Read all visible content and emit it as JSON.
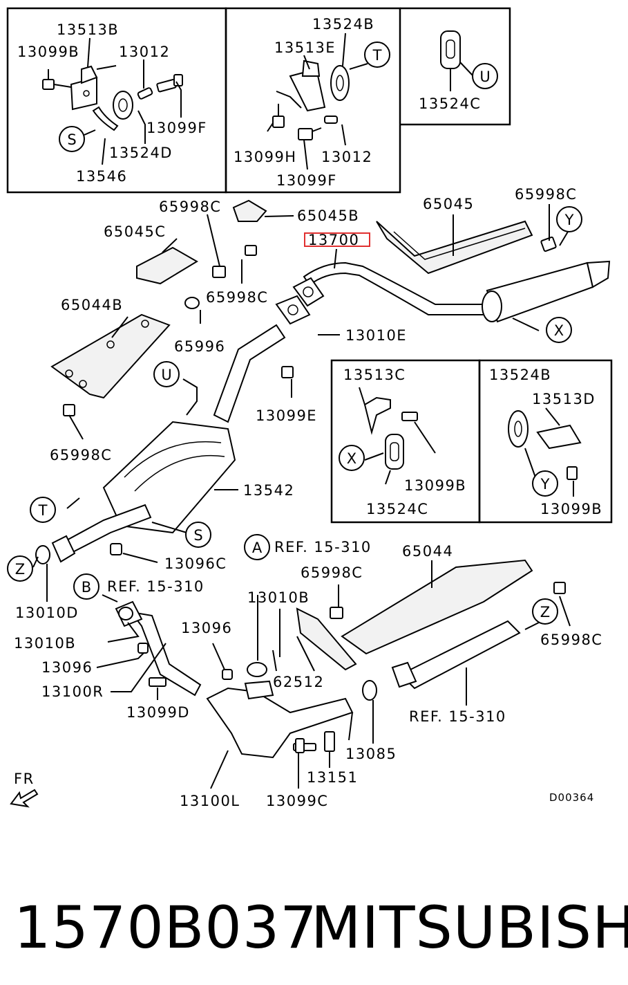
{
  "diagram": {
    "highlighted_label": "13700",
    "labels": {
      "13513B": "13513B",
      "13099B_top": "13099B",
      "13012_a": "13012",
      "13099F_a": "13099F",
      "13524D": "13524D",
      "13546": "13546",
      "13524B_top": "13524B",
      "13513E": "13513E",
      "13099H": "13099H",
      "13012_b": "13012",
      "13099F_b": "13099F",
      "13524C_top": "13524C",
      "65998C_a": "65998C",
      "65045B": "65045B",
      "65045": "65045",
      "65998C_b": "65998C",
      "65045C": "65045C",
      "65998C_c": "65998C",
      "65044B": "65044B",
      "65996": "65996",
      "13010E": "13010E",
      "13099E": "13099E",
      "65998C_d": "65998C",
      "13542": "13542",
      "13096C": "13096C",
      "13513C": "13513C",
      "13099B_mid": "13099B",
      "13524C_mid": "13524C",
      "13524B_mid": "13524B",
      "13513D": "13513D",
      "13099B_right": "13099B",
      "ref_a": "REF. 15-310",
      "ref_b": "REF. 15-310",
      "ref_c": "REF. 15-310",
      "65044": "65044",
      "65998C_e": "65998C",
      "65998C_f": "65998C",
      "13010D": "13010D",
      "13010B_a": "13010B",
      "13010B_b": "13010B",
      "13096_a": "13096",
      "13096_b": "13096",
      "13100R": "13100R",
      "13099D": "13099D",
      "62512": "62512",
      "13085": "13085",
      "13151": "13151",
      "13100L": "13100L",
      "13099C": "13099C",
      "fr": "FR",
      "drawing_code": "D00364"
    },
    "callouts": {
      "S": "S",
      "T": "T",
      "U": "U",
      "X": "X",
      "Y": "Y",
      "Z": "Z",
      "A": "A",
      "B": "B"
    }
  },
  "footer": {
    "part_number": "1570B037",
    "brand": "MITSUBISHI"
  }
}
